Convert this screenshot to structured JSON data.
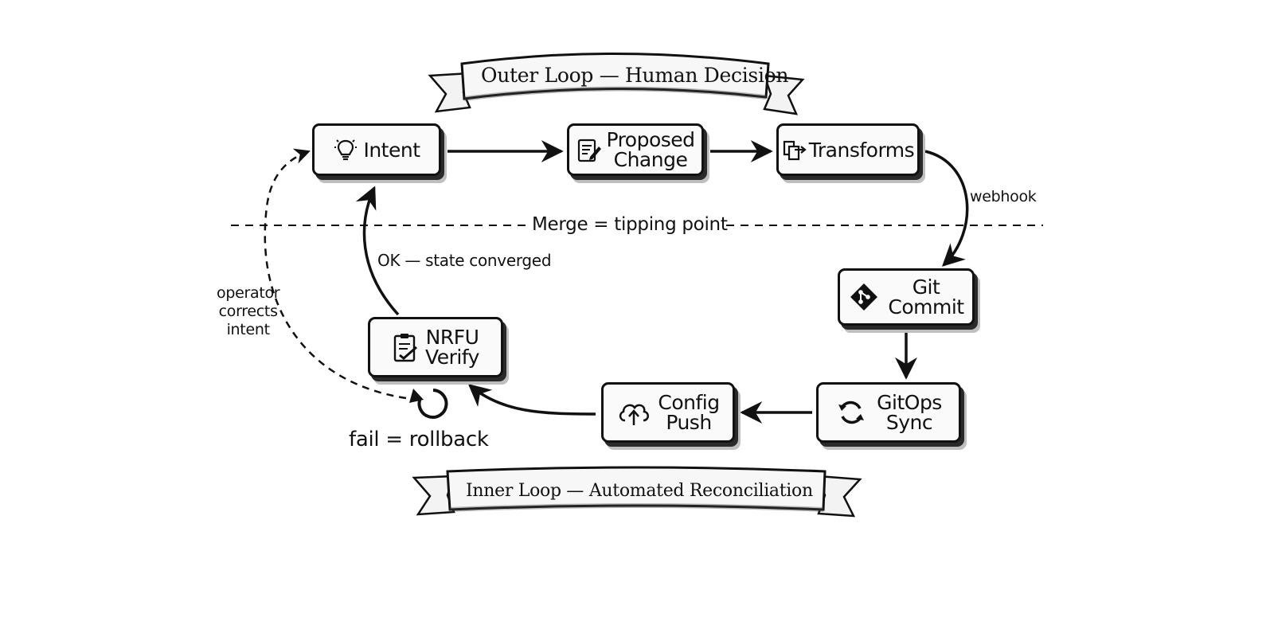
{
  "banners": {
    "outer": "Outer Loop — Human Decision",
    "inner": "Inner Loop — Automated Reconciliation"
  },
  "nodes": {
    "intent": {
      "label": "Intent",
      "icon": "lightbulb-icon"
    },
    "proposed_change": {
      "label": "Proposed\nChange",
      "icon": "document-edit-icon"
    },
    "transforms": {
      "label": "Transforms",
      "icon": "transform-icon"
    },
    "git_commit": {
      "label": "Git\nCommit",
      "icon": "git-icon"
    },
    "gitops_sync": {
      "label": "GitOps\nSync",
      "icon": "sync-icon"
    },
    "config_push": {
      "label": "Config\nPush",
      "icon": "cloud-upload-icon"
    },
    "nrfu_verify": {
      "label": "NRFU\nVerify",
      "icon": "clipboard-check-icon"
    }
  },
  "labels": {
    "webhook": "webhook",
    "merge": "Merge = tipping point",
    "ok": "OK — state converged",
    "operator": "operator\ncorrects\nintent",
    "fail": "fail = rollback"
  },
  "colors": {
    "ink": "#111111",
    "shadow": "#2a2a2a",
    "box": "#fafafa"
  }
}
